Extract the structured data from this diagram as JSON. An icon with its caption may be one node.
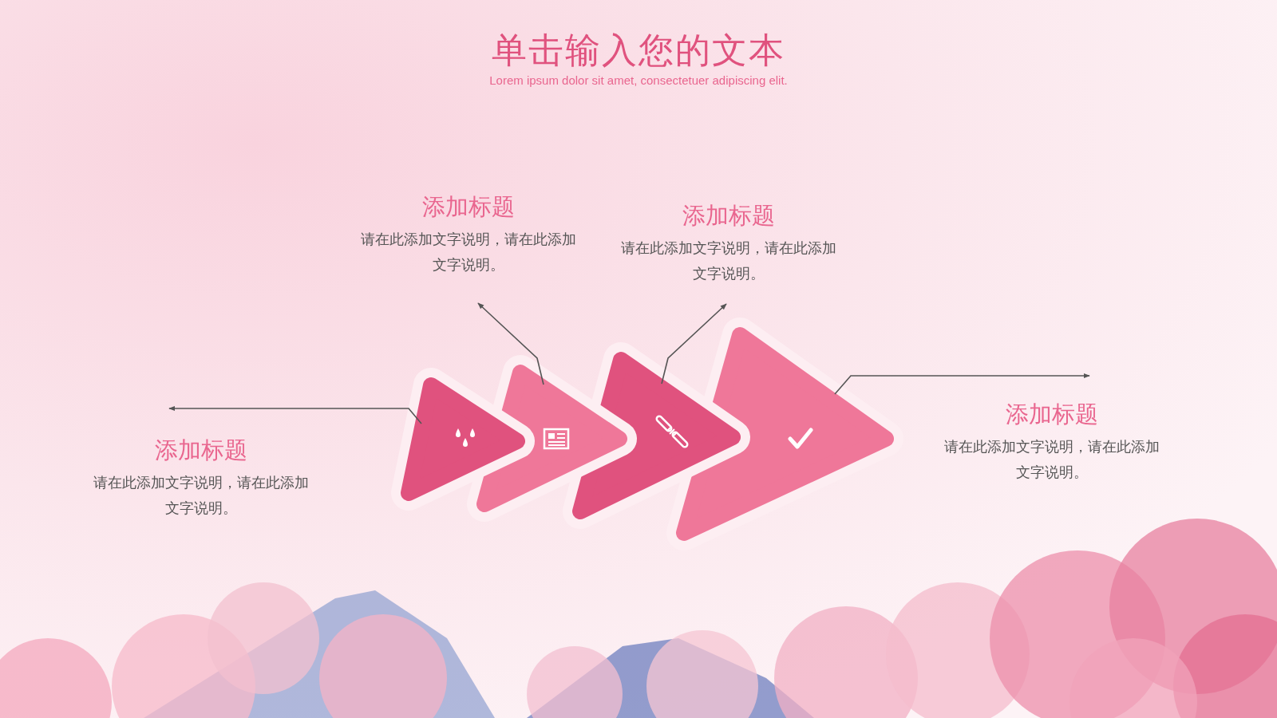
{
  "diagram": {
    "title": "单击输入您的文本",
    "nodes": [
      {
        "text": [],
        "shape": "triangle"
      },
      {
        "text": [],
        "shape": "triangle"
      },
      {
        "text": [],
        "shape": "triangle"
      },
      {
        "text": [],
        "shape": "triangle"
      },
      {
        "text": [
          "添加标题",
          "请在此添加文字说明，请在此添加文字说明。"
        ]
      },
      {
        "text": [
          "添加标题",
          "请在此添加文字说明，请在此添加文字说明。"
        ]
      },
      {
        "text": [
          "添加标题",
          "请在此添加文字说明，请在此添加文字说明。"
        ]
      },
      {
        "text": [
          "添加标题",
          "请在此添加文字说明，请在此添加文字说明。"
        ]
      }
    ],
    "edges": [
      {
        "from": 0,
        "to": 4,
        "arrow": "to"
      },
      {
        "from": 1,
        "to": 5,
        "arrow": "to"
      },
      {
        "from": 2,
        "to": 6,
        "arrow": "to"
      },
      {
        "from": 3,
        "to": 7,
        "arrow": "to"
      }
    ],
    "labels": [
      "Lorem ipsum dolor sit amet, consectetuer adipiscing elit."
    ]
  }
}
